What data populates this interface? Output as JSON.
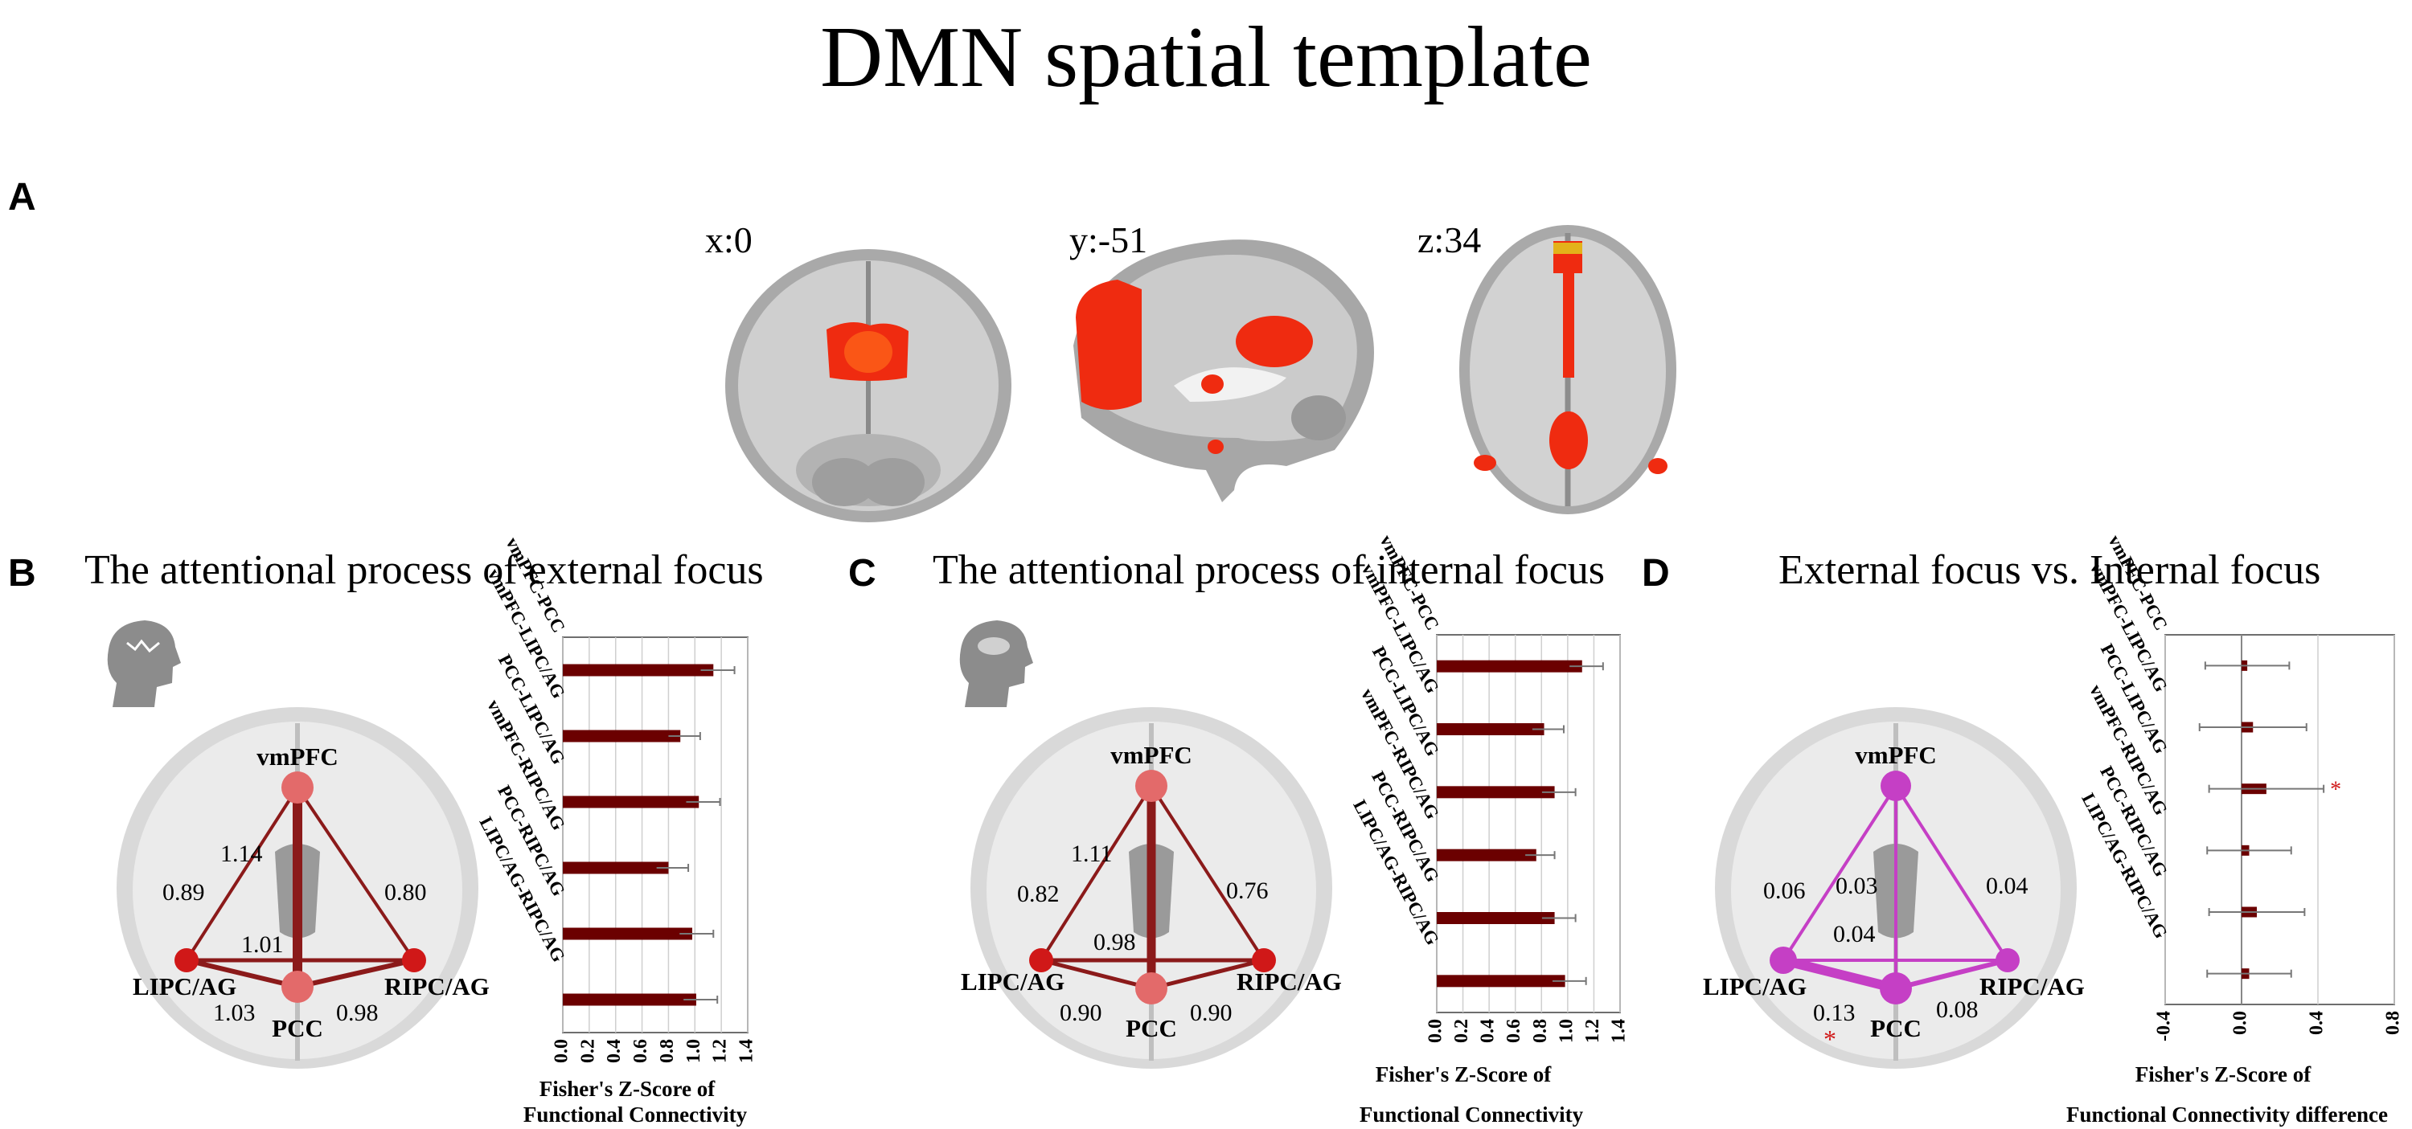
{
  "figure": {
    "title": "DMN spatial template",
    "panel_a": {
      "letter": "A",
      "slices": [
        {
          "label": "x:0"
        },
        {
          "label": "y:-51"
        },
        {
          "label": "z:34"
        }
      ]
    },
    "panels": [
      {
        "letter": "B",
        "title": "The attentional process of external focus",
        "network": {
          "nodes": {
            "vmPFC": "vmPFC",
            "LIPC": "LIPC/AG",
            "RIPC": "RIPC/AG",
            "PCC": "PCC"
          },
          "edge_labels": {
            "vmPFC_LIPC": "0.89",
            "vmPFC_PCC": "1.14",
            "vmPFC_RIPC": "0.80",
            "LIPC_RIPC": "1.01",
            "LIPC_PCC": "1.03",
            "PCC_RIPC": "0.98"
          },
          "node_color": "#e36a6a",
          "edge_color": "#8b1a1a"
        },
        "xlabel_1": "Fisher's Z-Score of",
        "xlabel_2": "Functional Connectivity"
      },
      {
        "letter": "C",
        "title": "The attentional process of internal focus",
        "network": {
          "nodes": {
            "vmPFC": "vmPFC",
            "LIPC": "LIPC/AG",
            "RIPC": "RIPC/AG",
            "PCC": "PCC"
          },
          "edge_labels": {
            "vmPFC_LIPC": "0.82",
            "vmPFC_PCC": "1.11",
            "vmPFC_RIPC": "0.76",
            "LIPC_RIPC": "0.98",
            "LIPC_PCC": "0.90",
            "PCC_RIPC": "0.90"
          },
          "node_color": "#e36a6a",
          "edge_color": "#8b1a1a"
        },
        "xlabel_1": "Fisher's Z-Score of",
        "xlabel_2": "Functional Connectivity"
      },
      {
        "letter": "D",
        "title": "External focus vs. Internal focus",
        "network": {
          "nodes": {
            "vmPFC": "vmPFC",
            "LIPC": "LIPC/AG",
            "RIPC": "RIPC/AG",
            "PCC": "PCC"
          },
          "edge_labels": {
            "vmPFC_LIPC": "0.06",
            "vmPFC_PCC": "0.03",
            "vmPFC_RIPC": "0.04",
            "LIPC_RIPC": "0.04",
            "LIPC_PCC": "0.13",
            "PCC_RIPC": "0.08"
          },
          "node_color": "#c53fc5",
          "edge_color": "#c53fc5",
          "significance_marker": "*"
        },
        "xlabel_1": "Fisher's Z-Score of",
        "xlabel_2": "Functional Connectivity difference"
      }
    ]
  },
  "chart_data": [
    {
      "type": "bar",
      "orientation": "horizontal",
      "categories": [
        "vmPFC-PCC",
        "vmPFC-LIPC/AG",
        "PCC-LIPC/AG",
        "vmPFC-RIPC/AG",
        "PCC-RIPC/AG",
        "LIPC/AG-RIPC/AG"
      ],
      "values": [
        1.14,
        0.89,
        1.03,
        0.8,
        0.98,
        1.01
      ],
      "errors": [
        0.16,
        0.15,
        0.16,
        0.15,
        0.16,
        0.16
      ],
      "xlim": [
        0,
        1.4
      ],
      "xticks": [
        "0.0",
        "0.2",
        "0.4",
        "0.6",
        "0.8",
        "1.0",
        "1.2",
        "1.4"
      ],
      "xlabel": "Fisher's Z-Score of Functional Connectivity",
      "bar_color": "#6b0000",
      "grid": true
    },
    {
      "type": "bar",
      "orientation": "horizontal",
      "categories": [
        "vmPFC-PCC",
        "vmPFC-LIPC/AG",
        "PCC-LIPC/AG",
        "vmPFC-RIPC/AG",
        "PCC-RIPC/AG",
        "LIPC/AG-RIPC/AG"
      ],
      "values": [
        1.11,
        0.82,
        0.9,
        0.76,
        0.9,
        0.98
      ],
      "errors": [
        0.16,
        0.15,
        0.16,
        0.14,
        0.16,
        0.16
      ],
      "xlim": [
        0,
        1.4
      ],
      "xticks": [
        "0.0",
        "0.2",
        "0.4",
        "0.6",
        "0.8",
        "1.0",
        "1.2",
        "1.4"
      ],
      "xlabel": "Fisher's Z-Score of Functional Connectivity",
      "bar_color": "#6b0000",
      "grid": true
    },
    {
      "type": "bar",
      "orientation": "horizontal",
      "categories": [
        "vmPFC-PCC",
        "vmPFC-LIPC/AG",
        "PCC-LIPC/AG",
        "vmPFC-RIPC/AG",
        "PCC-RIPC/AG",
        "LIPC/AG-RIPC/AG"
      ],
      "values": [
        0.03,
        0.06,
        0.13,
        0.04,
        0.08,
        0.04
      ],
      "errors": [
        0.22,
        0.28,
        0.3,
        0.22,
        0.25,
        0.22
      ],
      "significant": [
        false,
        false,
        true,
        false,
        false,
        false
      ],
      "significance_marker": "*",
      "xlim": [
        -0.4,
        0.8
      ],
      "xticks": [
        "-0.4",
        "0.0",
        "0.4",
        "0.8"
      ],
      "xlabel": "Fisher's Z-Score of Functional Connectivity difference",
      "bar_color": "#6b0000",
      "grid": true
    }
  ]
}
